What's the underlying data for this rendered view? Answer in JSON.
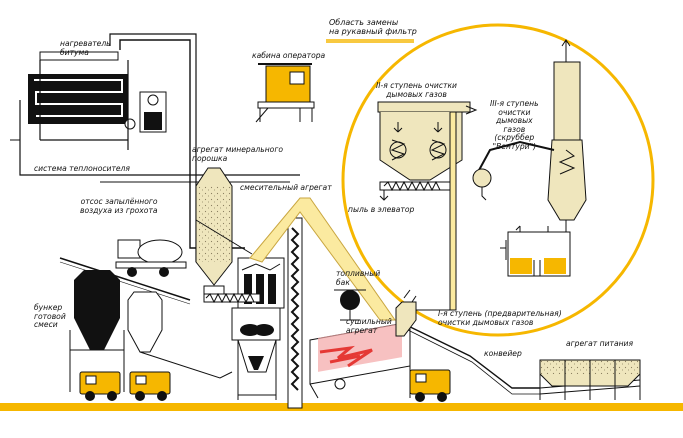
{
  "colors": {
    "accent": "#f6b700",
    "accent_dark": "#d99a00",
    "ink": "#111111",
    "flame": "#e53935",
    "dust": "#d9cf9e",
    "dust_fill": "#efe6bd",
    "tube": "#fbeaa0"
  },
  "labels": {
    "replace_zone_1": "Область замены",
    "replace_zone_2": "на рукавный фильтр",
    "bitumen_heater_1": "нагреватель",
    "bitumen_heater_2": "битума",
    "operator_cabin": "кабина оператора",
    "stage2_1": "II-я ступень очистки",
    "stage2_2": "дымовых газов",
    "stage3_1": "III-я ступень",
    "stage3_2": "очистки",
    "stage3_3": "дымовых",
    "stage3_4": "газов",
    "stage3_5": "(скруббер",
    "stage3_6": "\"Вентури\")",
    "heat_carrier": "система теплоносителя",
    "mineral_powder_1": "агрегат минерального",
    "mineral_powder_2": "порошка",
    "mixing_unit": "смесительный агрегат",
    "dust_elevator": "пыль в элеватор",
    "dusty_air_1": "отсос запылённого",
    "dusty_air_2": "воздуха из грохота",
    "fuel_tank_1": "топливный",
    "fuel_tank_2": "бак",
    "ready_bunker_1": "бункер",
    "ready_bunker_2": "готовой",
    "ready_bunker_3": "смеси",
    "dryer_1": "сушильный",
    "dryer_2": "агрегат",
    "stage1_1": "I-я ступень (предварительная)",
    "stage1_2": "очистки дымовых газов",
    "conveyor": "конвейер",
    "feed_unit": "агрегат питания"
  }
}
